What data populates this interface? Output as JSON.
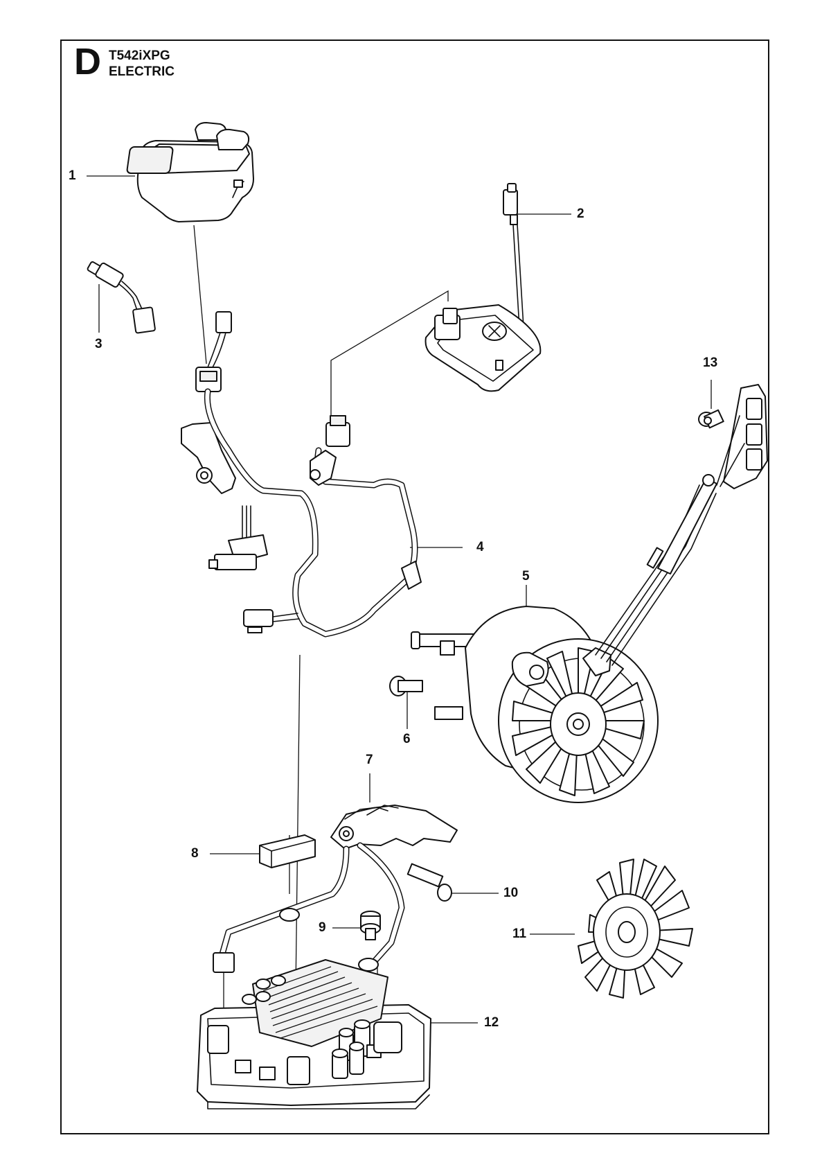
{
  "header": {
    "section_letter": "D",
    "model": "T542iXPG",
    "title": "ELECTRIC"
  },
  "callouts": [
    {
      "id": "1",
      "part": "control-panel"
    },
    {
      "id": "2",
      "part": "sensor-cable"
    },
    {
      "id": "3",
      "part": "connector-cable"
    },
    {
      "id": "4",
      "part": "wiring-harness"
    },
    {
      "id": "5",
      "part": "electric-motor"
    },
    {
      "id": "6",
      "part": "screw"
    },
    {
      "id": "7",
      "part": "motor-bracket-cable"
    },
    {
      "id": "8",
      "part": "pad"
    },
    {
      "id": "9",
      "part": "screw"
    },
    {
      "id": "10",
      "part": "screw"
    },
    {
      "id": "11",
      "part": "fan-wheel"
    },
    {
      "id": "12",
      "part": "control-unit"
    },
    {
      "id": "13",
      "part": "screw"
    }
  ],
  "colors": {
    "line": "#111111",
    "background": "#ffffff"
  }
}
